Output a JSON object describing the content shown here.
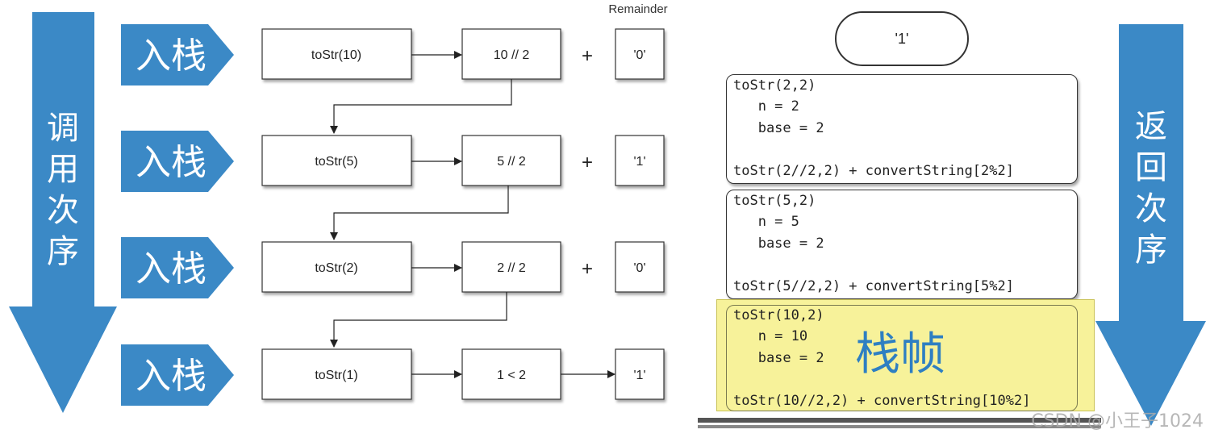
{
  "colors": {
    "arrow_blue": "#3b89c6",
    "highlight_yellow": "#f7f29a",
    "frame_label_blue": "#2e7fc2"
  },
  "left_diagram": {
    "remainder_header": "Remainder",
    "rows": [
      {
        "push_label": "入栈",
        "call": "toStr(10)",
        "op": "10 // 2",
        "connector": "+",
        "remainder": "'0'"
      },
      {
        "push_label": "入栈",
        "call": "toStr(5)",
        "op": "5 // 2",
        "connector": "+",
        "remainder": "'1'"
      },
      {
        "push_label": "入栈",
        "call": "toStr(2)",
        "op": "2 // 2",
        "connector": "+",
        "remainder": "'0'"
      },
      {
        "push_label": "入栈",
        "call": "toStr(1)",
        "op": "1 < 2",
        "connector": "",
        "remainder": "'1'"
      }
    ],
    "call_order_label": [
      "调",
      "用",
      "次",
      "序"
    ]
  },
  "right_diagram": {
    "top_result": "'1'",
    "frames": [
      {
        "lines": [
          "toStr(2,2)",
          "   n = 2",
          "   base = 2",
          "",
          "toStr(2//2,2) + convertString[2%2]"
        ]
      },
      {
        "lines": [
          "toStr(5,2)",
          "   n = 5",
          "   base = 2",
          "",
          "toStr(5//2,2) + convertString[5%2]"
        ]
      },
      {
        "lines": [
          "toStr(10,2)",
          "   n = 10",
          "   base = 2",
          "",
          "toStr(10//2,2) + convertString[10%2]"
        ]
      }
    ],
    "stack_frame_label": "栈帧",
    "return_order_label": [
      "返",
      "回",
      "次",
      "序"
    ]
  },
  "watermark": "CSDN @小王子1024"
}
